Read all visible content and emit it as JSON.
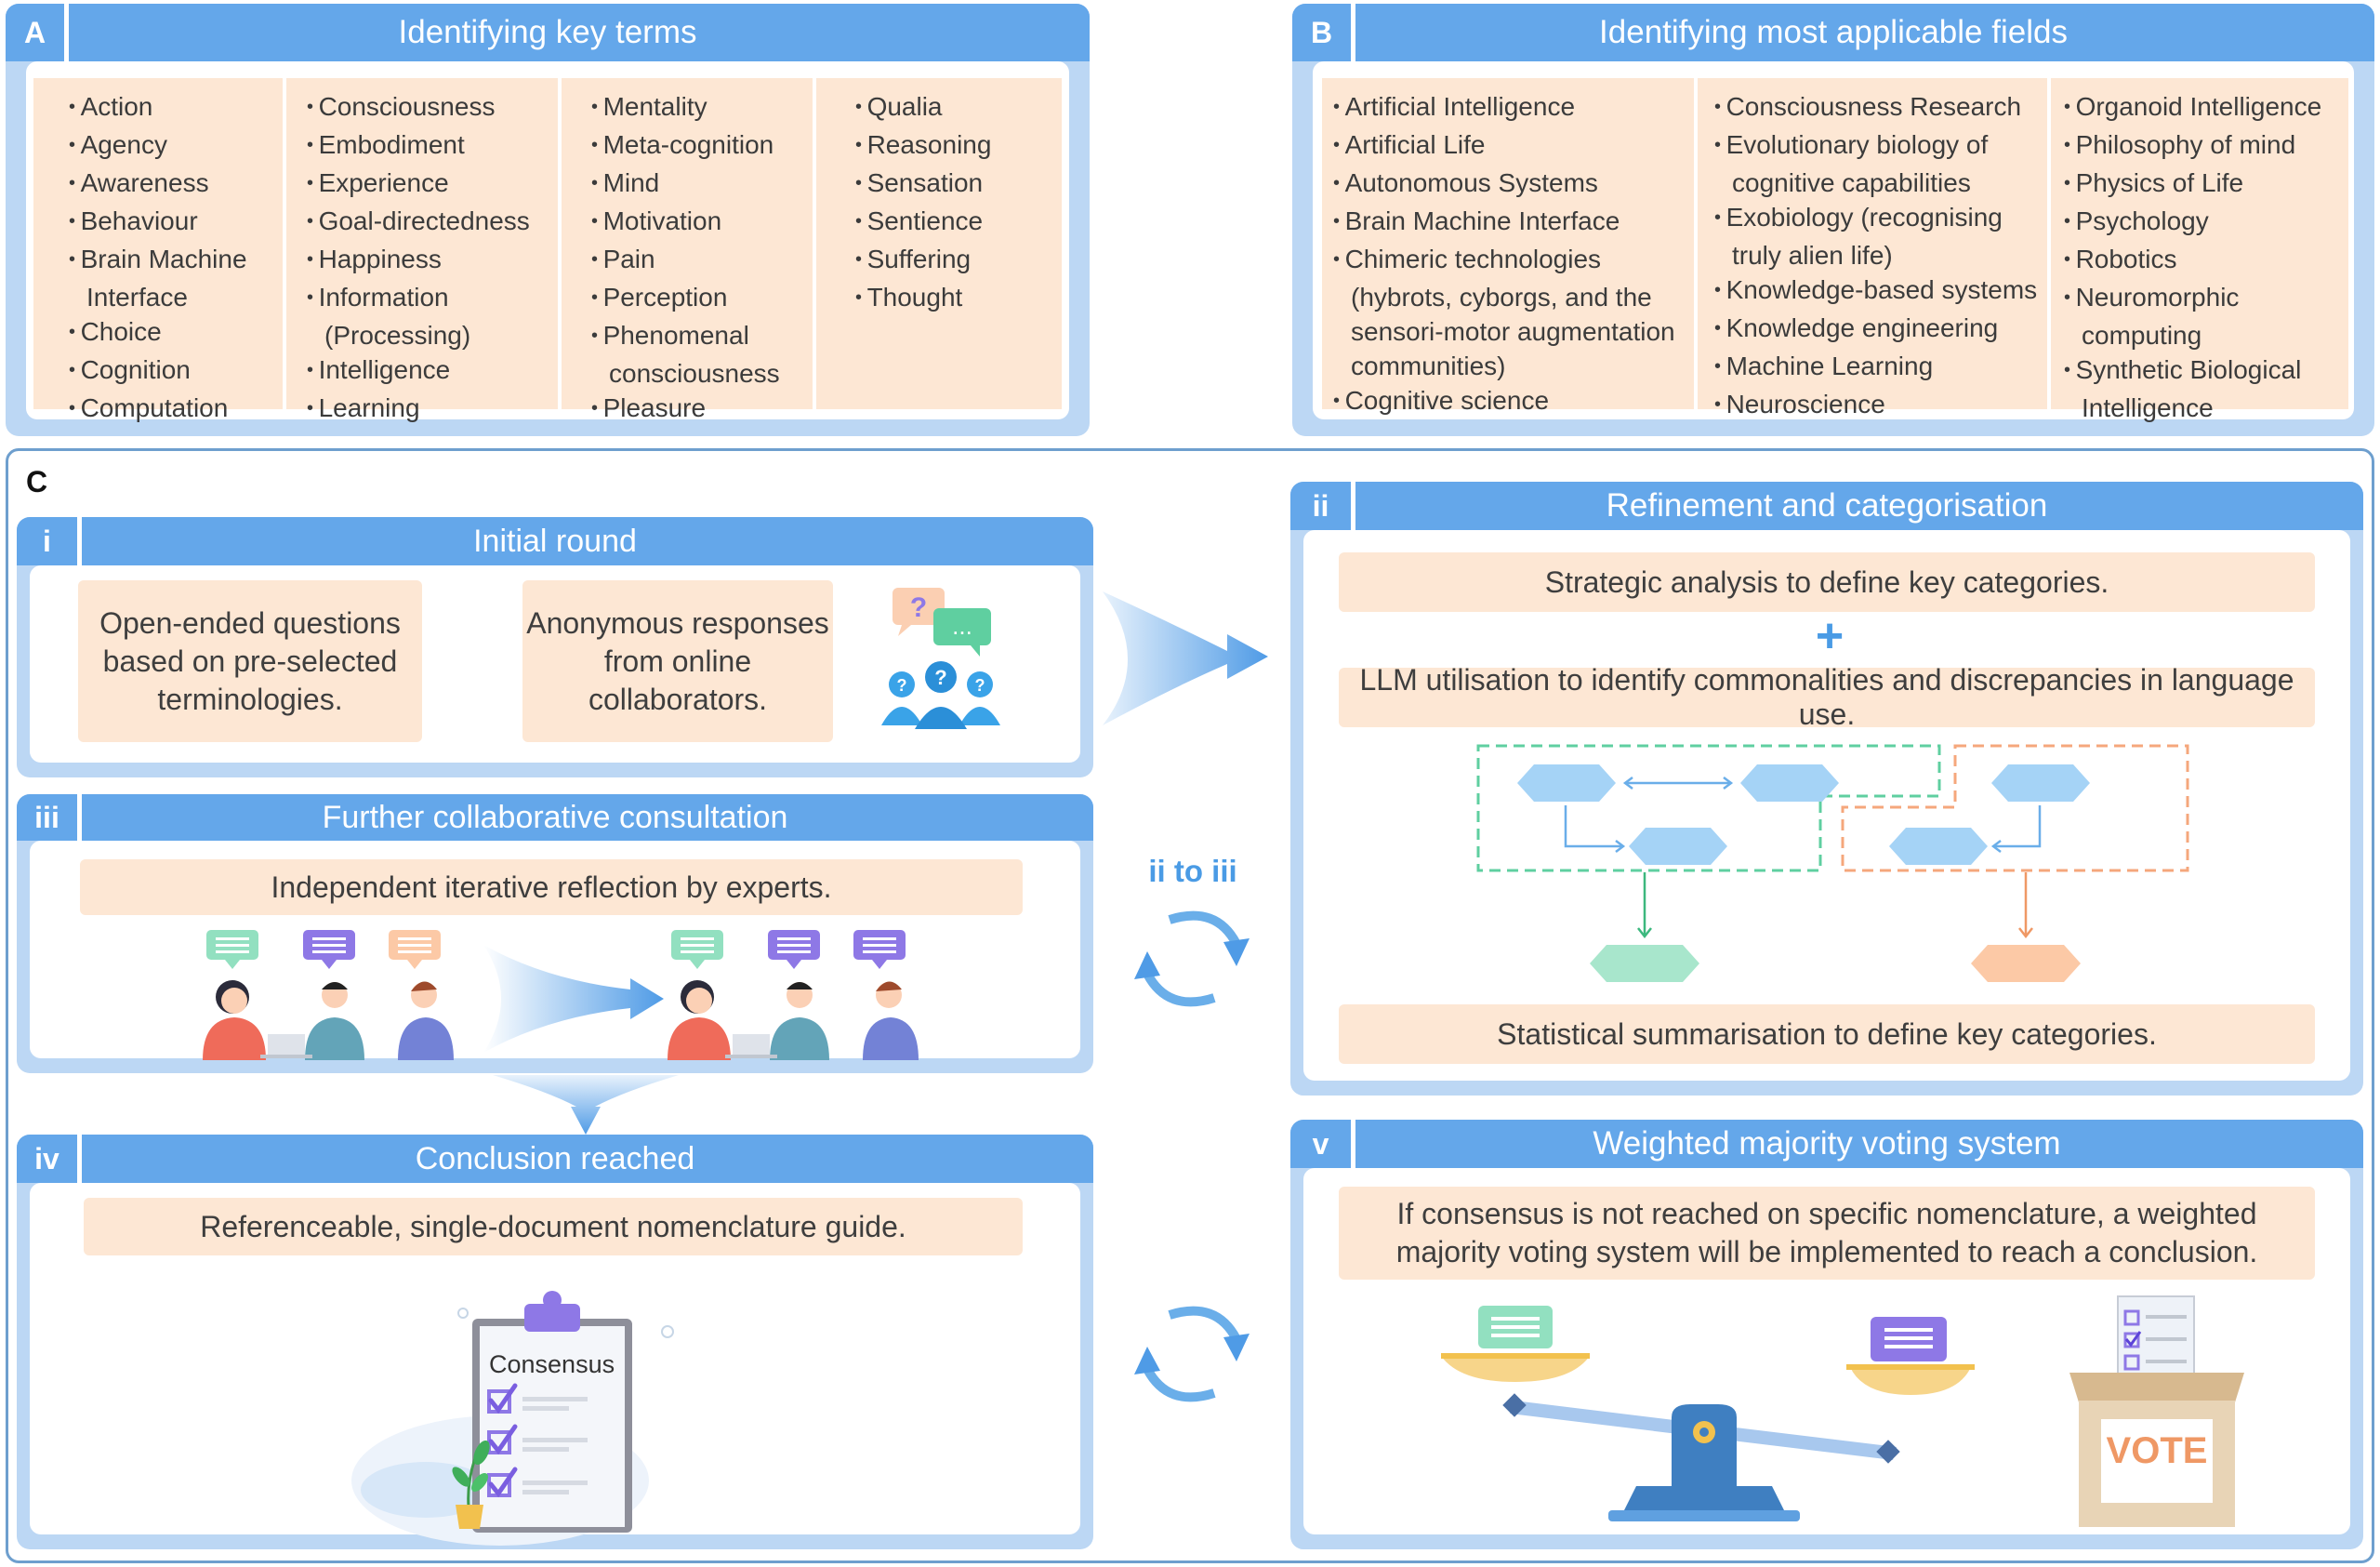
{
  "panel_a": {
    "tag": "A",
    "title": "Identifying key terms",
    "columns": [
      [
        "Action",
        "Agency",
        "Awareness",
        "Behaviour",
        "Brain Machine Interface",
        "Choice",
        "Cognition",
        "Computation"
      ],
      [
        "Consciousness",
        "Embodiment",
        "Experience",
        "Goal-directedness",
        "Happiness",
        "Information (Processing)",
        "Intelligence",
        "Learning"
      ],
      [
        "Mentality",
        "Meta-cognition",
        "Mind",
        "Motivation",
        "Pain",
        "Perception",
        "Phenomenal consciousness",
        "Pleasure"
      ],
      [
        "Qualia",
        "Reasoning",
        "Sensation",
        "Sentience",
        "Suffering",
        "Thought"
      ]
    ]
  },
  "panel_b": {
    "tag": "B",
    "title": "Identifying most applicable fields",
    "columns": [
      [
        "Artificial Intelligence",
        "Artificial Life",
        "Autonomous Systems",
        "Brain Machine Interface",
        "Chimeric technologies (hybrots, cyborgs, and the sensori-motor augmentation communities)",
        "Cognitive science"
      ],
      [
        "Consciousness Research",
        "Evolutionary biology of cognitive capabilities",
        "Exobiology (recognising truly alien life)",
        "Knowledge-based systems",
        "Knowledge engineering",
        "Machine Learning",
        "Neuroscience"
      ],
      [
        "Organoid Intelligence",
        "Philosophy of mind",
        "Physics of Life",
        "Psychology",
        "Robotics",
        "Neuromorphic computing",
        "Synthetic Biological Intelligence"
      ]
    ]
  },
  "panel_c": {
    "tag": "C",
    "i": {
      "tag": "i",
      "title": "Initial round",
      "box1": "Open-ended questions based on pre-selected terminologies.",
      "box2": "Anonymous responses from online collaborators."
    },
    "ii": {
      "tag": "ii",
      "title": "Refinement and categorisation",
      "box1": "Strategic analysis to define key categories.",
      "plus": "+",
      "box2": "LLM utilisation to identify commonalities and discrepancies in language use.",
      "box3": "Statistical summarisation to define key categories."
    },
    "iii": {
      "tag": "iii",
      "title": "Further collaborative consultation",
      "box1": "Independent iterative reflection by experts."
    },
    "iv": {
      "tag": "iv",
      "title": "Conclusion reached",
      "box1": "Referenceable, single-document nomenclature guide.",
      "clipboard_label": "Consensus"
    },
    "v": {
      "tag": "v",
      "title": "Weighted majority voting system",
      "box1": "If consensus is not reached on specific nomenclature, a weighted majority voting system will be implemented to reach a conclusion.",
      "ballot_label": "VOTE"
    },
    "loop_label": "ii to iii"
  },
  "colors": {
    "header_blue": "#64a7ea",
    "panel_blue": "#bcd7f4",
    "peach": "#fde7d4",
    "green": "#5fcfa0",
    "orange": "#f5a77c",
    "purple": "#8e78e6"
  }
}
